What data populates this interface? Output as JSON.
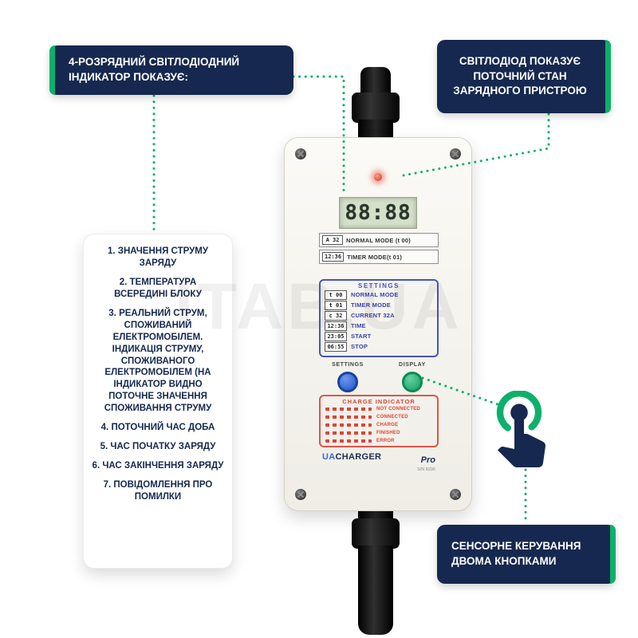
{
  "watermark": "ITAB.UA",
  "annotations": {
    "led_display": "4-РОЗРЯДНИЙ СВІТЛОДІОДНИЙ ІНДИКАТОР ПОКАЗУЄ:",
    "status_led": "СВІТЛОДІОД ПОКАЗУЄ ПОТОЧНИЙ СТАН ЗАРЯДНОГО ПРИСТРОЮ",
    "touch_control": "СЕНСОРНЕ КЕРУВАННЯ ДВОМА КНОПКАМИ",
    "indicator_items": [
      "1. ЗНАЧЕННЯ СТРУМУ ЗАРЯДУ",
      "2. ТЕМПЕРАТУРА ВСЕРЕДИНІ БЛОКУ",
      "3. РЕАЛЬНИЙ СТРУМ, СПОЖИВАНИЙ ЕЛЕКТРОМОБІЛЕМ. ІНДИКАЦІЯ СТРУМУ, СПОЖИВАНОГО ЕЛЕКТРОМОБІЛЕМ (НА ІНДИКАТОР ВИДНО ПОТОЧНЕ ЗНАЧЕННЯ СПОЖИВАННЯ СТРУМУ",
      "4. ПОТОЧНИЙ ЧАС ДОБА",
      "5. ЧАС ПОЧАТКУ ЗАРЯДУ",
      "6. ЧАС ЗАКІНЧЕННЯ ЗАРЯДУ",
      "7. ПОВІДОМЛЕННЯ ПРО ПОМИЛКИ"
    ]
  },
  "device": {
    "display_value": "88:88",
    "mode_rows": [
      {
        "value": "A 32",
        "label": "NORMAL MODE (t 00)"
      },
      {
        "value": "12:36",
        "label": "TIMER MODE(t 01)"
      }
    ],
    "settings": {
      "title": "SETTINGS",
      "rows": [
        {
          "value": "t 00",
          "label": "NORMAL MODE"
        },
        {
          "value": "t 01",
          "label": "TIMER MODE"
        },
        {
          "value": "c 32",
          "label": "CURRENT 32A"
        },
        {
          "value": "12:36",
          "label": "TIME"
        },
        {
          "value": "23:05",
          "label": "START"
        },
        {
          "value": "06:55",
          "label": "STOP"
        }
      ]
    },
    "buttons": {
      "settings_label": "SETTINGS",
      "display_label": "DISPLAY"
    },
    "charge_indicator": {
      "title": "CHARGE INDICATOR",
      "states": [
        "NOT CONNECTED",
        "CONNECTED",
        "CHARGE",
        "FINISHED",
        "ERROR"
      ]
    },
    "brand": {
      "prefix": "UA",
      "suffix": "CHARGER",
      "model": "Pro",
      "serial": "S/N 8296"
    }
  },
  "colors": {
    "accent_green": "#0cb06a",
    "navy": "#16284f",
    "settings_blue": "#4654c4",
    "indicator_red": "#df4335",
    "button_blue": "#2f6bdf",
    "button_green": "#2db87a",
    "led_red": "#d7301f"
  }
}
